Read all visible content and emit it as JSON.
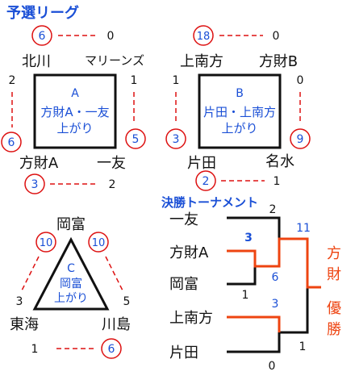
{
  "title": "予選リーグ",
  "colors": {
    "blue": "#1a4fd6",
    "red": "#dd1111",
    "orange": "#ee4411",
    "black": "#111111"
  },
  "groups": [
    {
      "id": "A",
      "label": "A",
      "qualified": [
        "方財A・一友",
        "上がり"
      ],
      "teams": [
        "北川",
        "マリーンズ",
        "方財A",
        "一友"
      ],
      "scores": {
        "top": [
          "6",
          "0"
        ],
        "right": [
          "1",
          "5"
        ],
        "left": [
          "2",
          "6"
        ],
        "bottom": [
          "3",
          "2"
        ]
      }
    },
    {
      "id": "B",
      "label": "B",
      "qualified": [
        "片田・上南方",
        "上がり"
      ],
      "teams": [
        "上南方",
        "方財B",
        "片田",
        "名水"
      ],
      "scores": {
        "top": [
          "18",
          "0"
        ],
        "right": [
          "0",
          "9"
        ],
        "left": [
          "1",
          "3"
        ],
        "bottom": [
          "2",
          "1"
        ]
      }
    },
    {
      "id": "C",
      "label": "C",
      "qualified": [
        "岡富",
        "上がり"
      ],
      "teams": [
        "岡富",
        "東海",
        "川島"
      ],
      "scores": {
        "left": [
          "10",
          "3"
        ],
        "right": [
          "10",
          "5"
        ],
        "bottom": [
          "1",
          "6"
        ]
      }
    }
  ],
  "tournament": {
    "title": "決勝トーナメント",
    "teams": [
      "一友",
      "方財A",
      "岡富",
      "上南方",
      "片田"
    ],
    "scores": {
      "r1_winner": "3",
      "r1_loser": "1",
      "top_bye": "2",
      "semi_upper": "6",
      "final_upper": "11",
      "semi_lower": "3",
      "semi_lower_loser": "0",
      "final_lower": "1"
    },
    "champion": [
      "方",
      "財",
      "優",
      "勝"
    ]
  }
}
